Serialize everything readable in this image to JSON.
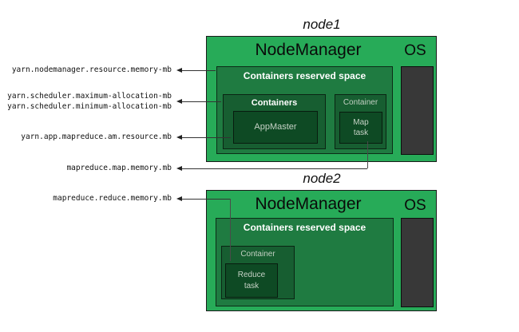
{
  "diagram": {
    "node1": {
      "title": "node1",
      "manager_label": "NodeManager",
      "os_label": "OS",
      "reserved_label": "Containers reserved space",
      "containers_label": "Containers",
      "appmaster_label": "AppMaster",
      "container_label": "Container",
      "map_task_label": "Map\ntask"
    },
    "node2": {
      "title": "node2",
      "manager_label": "NodeManager",
      "os_label": "OS",
      "reserved_label": "Containers reserved space",
      "container_label": "Container",
      "reduce_task_label": "Reduce\ntask"
    },
    "config_labels": [
      "yarn.nodemanager.resource.memory-mb",
      "yarn.scheduler.maximum-allocation-mb",
      "yarn.scheduler.minimum-allocation-mb",
      "yarn.app.mapreduce.am.resource.mb",
      "mapreduce.map.memory.mb",
      "mapreduce.reduce.memory.mb"
    ],
    "colors": {
      "node_fill": "#27ab58",
      "reserved_fill": "#1f7b41",
      "container_fill": "#175e31",
      "task_fill": "#0e4a24",
      "os_fill": "#383838",
      "connector": "#333333",
      "title_text": "#111111",
      "box_text": "#ffffff"
    }
  }
}
